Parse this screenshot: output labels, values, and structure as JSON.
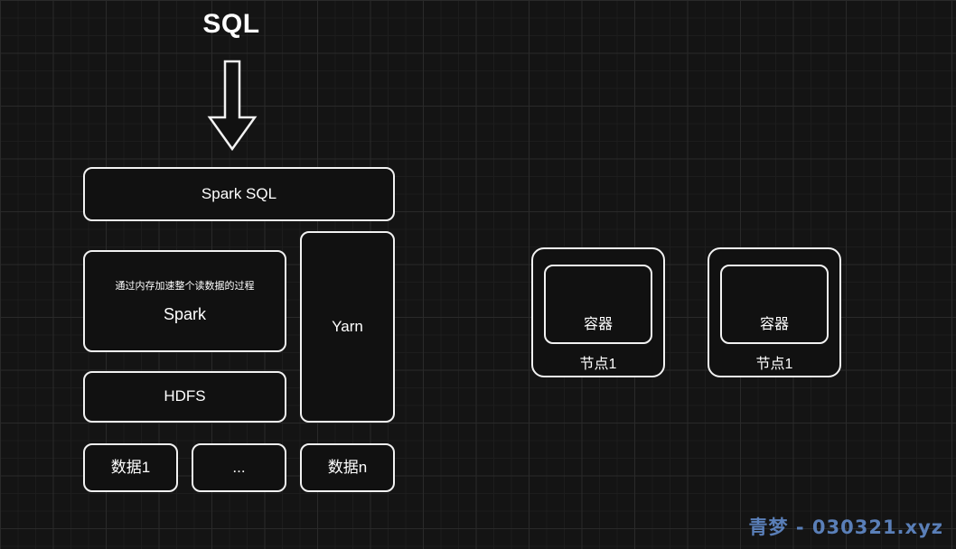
{
  "diagram": {
    "title": "SQL",
    "arrow": "down-arrow",
    "left_stack": {
      "spark_sql": "Spark SQL",
      "spark": {
        "note": "通过内存加速整个读数据的过程",
        "label": "Spark"
      },
      "yarn": "Yarn",
      "hdfs": "HDFS",
      "data_boxes": [
        "数据1",
        "...",
        "数据n"
      ]
    },
    "cluster": {
      "nodes": [
        {
          "container": "容器",
          "name": "节点1"
        },
        {
          "container": "容器",
          "name": "节点1"
        }
      ]
    }
  },
  "watermark": "青梦 - 030321.xyz",
  "colors": {
    "background": "#141414",
    "grid_minor": "#1d1d1d",
    "grid_major": "#2a2a2a",
    "box_border": "#f2f2f2",
    "box_fill": "#111111",
    "text": "#ffffff",
    "watermark": "#5a7fb8"
  }
}
